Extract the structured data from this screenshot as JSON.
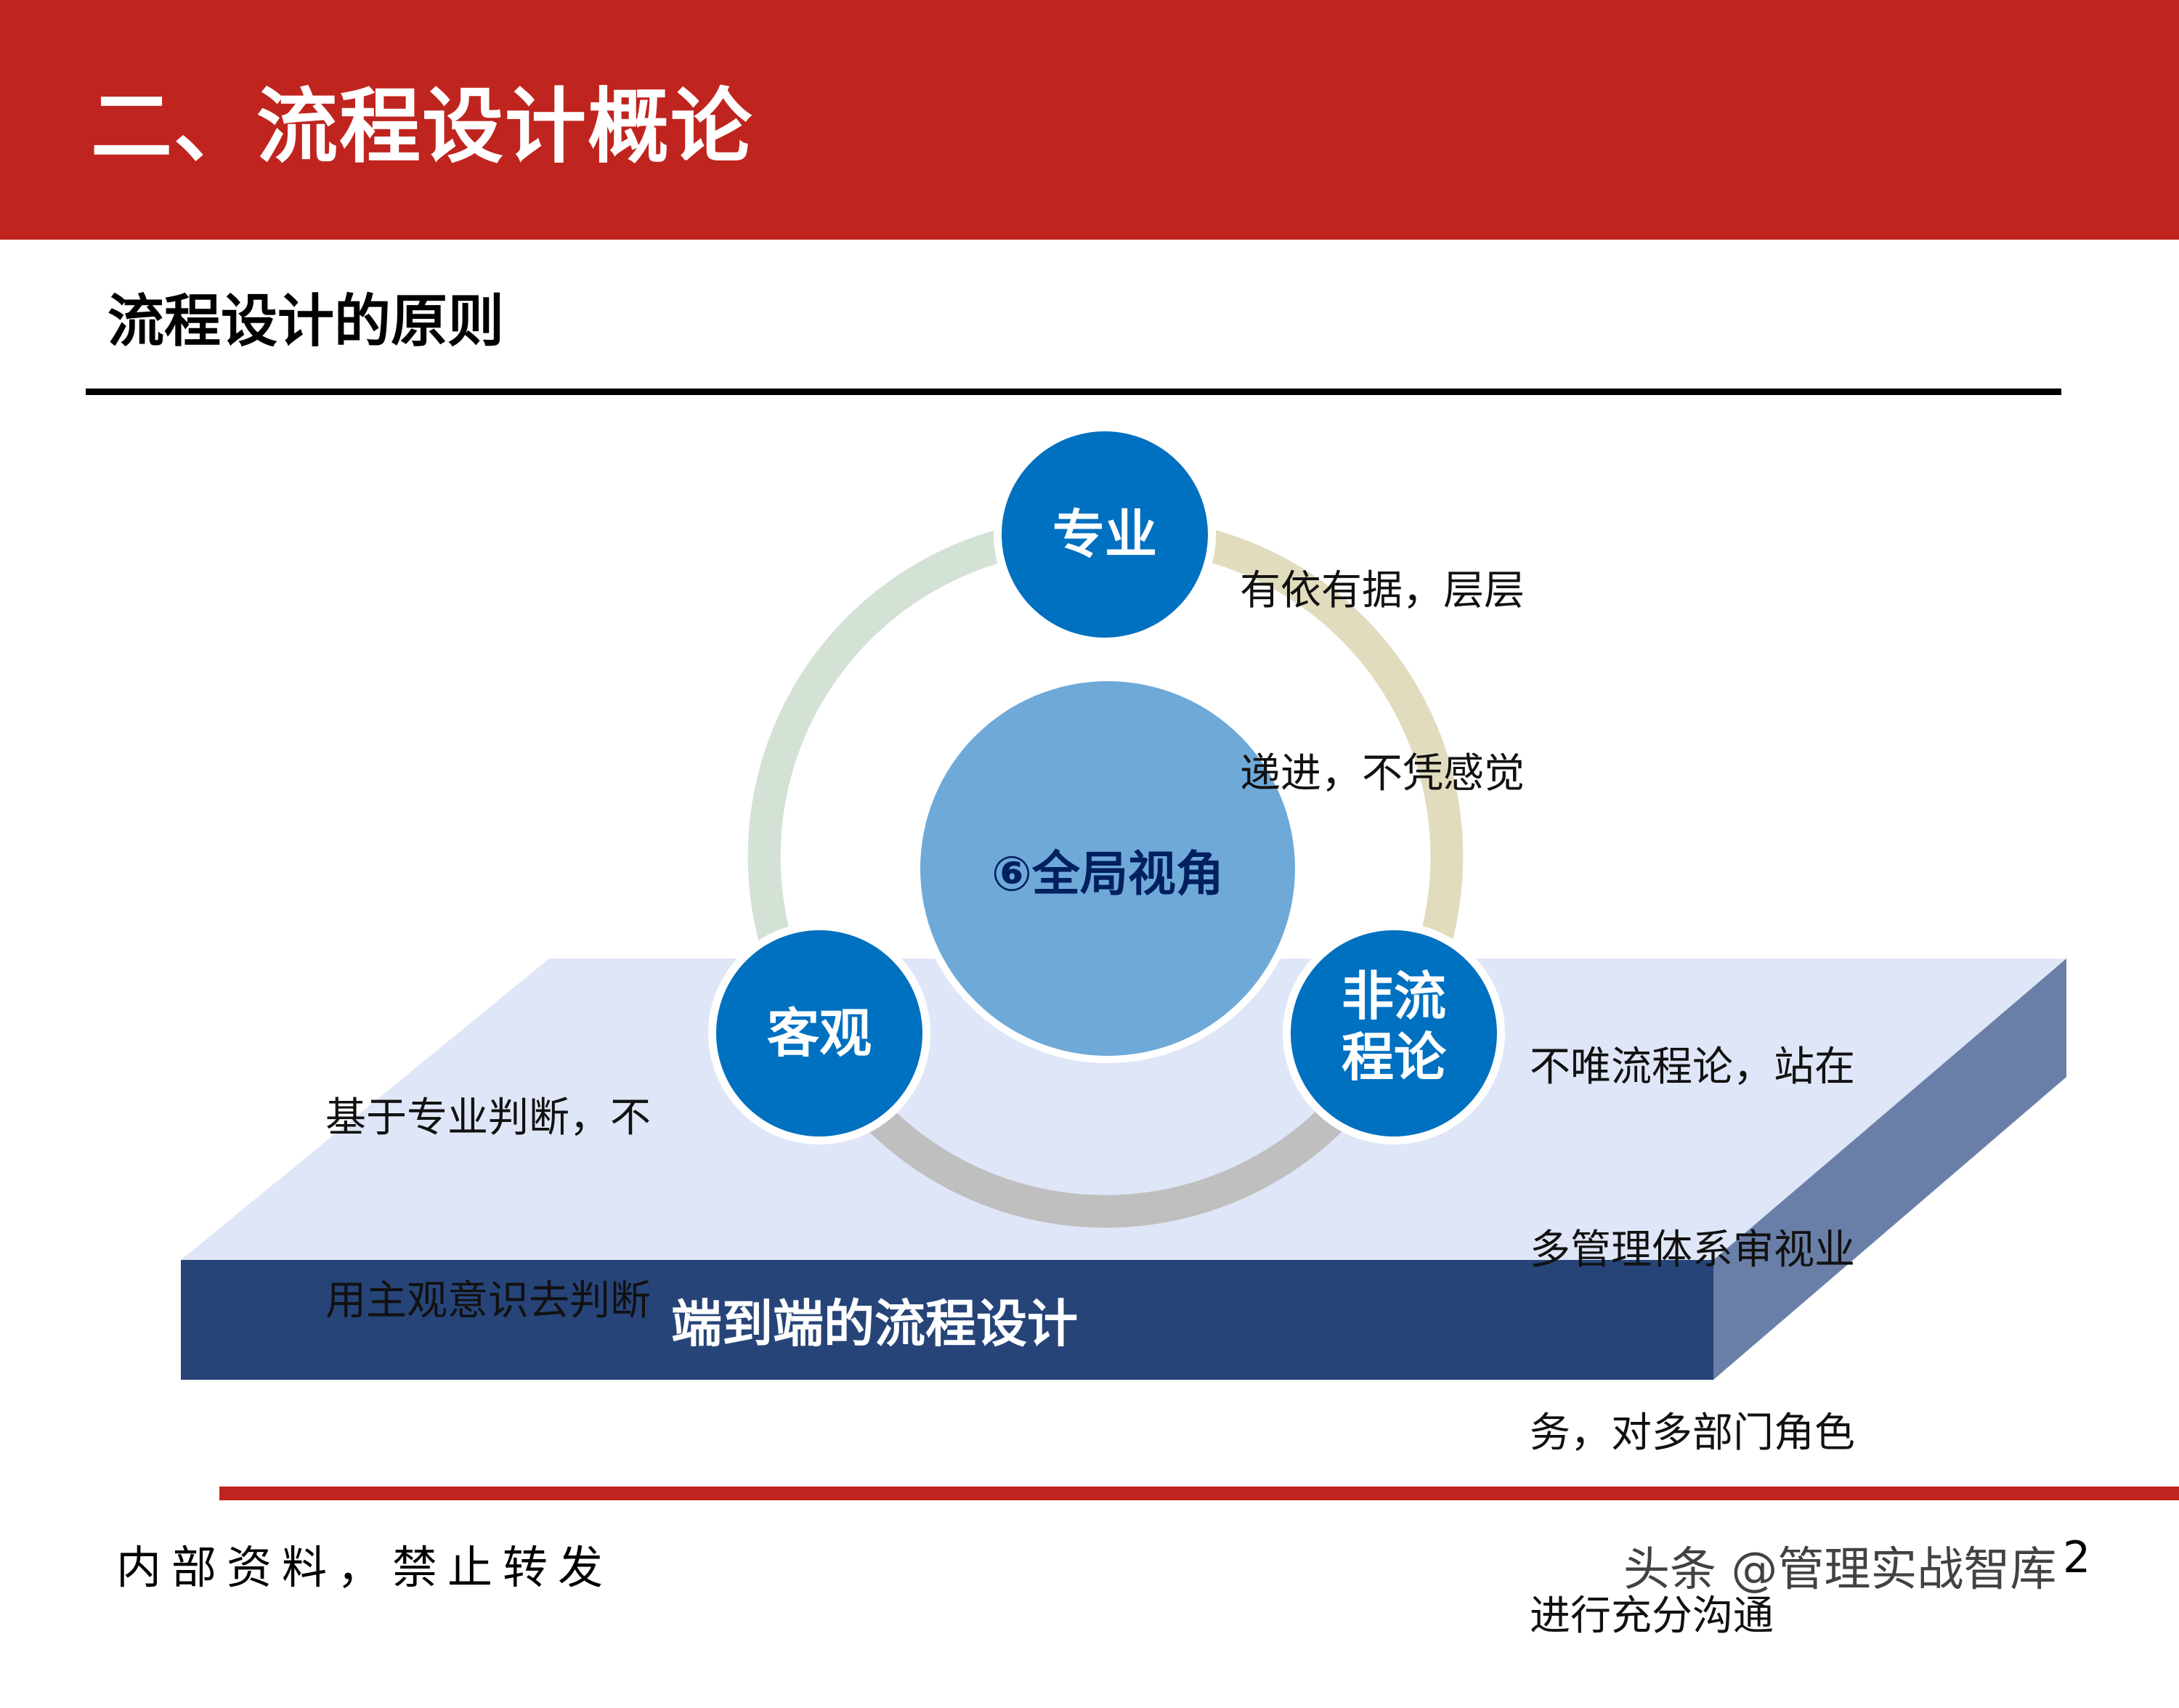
{
  "header": {
    "title": "二、流程设计概论",
    "bar_color": "#c0241e"
  },
  "section": {
    "subtitle": "流程设计的原则"
  },
  "diagram": {
    "center": {
      "label": "⑥全局视角",
      "fill": "#6fa9d8",
      "text_color": "#002060"
    },
    "nodes": [
      {
        "id": "professional",
        "label_lines": [
          "专业"
        ],
        "fill": "#0070c0",
        "description_lines": [
          "有依有据，层层",
          "递进，不凭感觉"
        ]
      },
      {
        "id": "objective",
        "label_lines": [
          "客观"
        ],
        "fill": "#0070c0",
        "description_lines": [
          "基于专业判断，不",
          "用主观意识去判断"
        ]
      },
      {
        "id": "non-process",
        "label_lines": [
          "非流",
          "程论"
        ],
        "fill": "#0070c0",
        "description_lines": [
          "不唯流程论，站在",
          "多管理体系审视业",
          "务，对多部门角色",
          "进行充分沟通"
        ]
      }
    ],
    "ring_colors": {
      "left_arc": "#d3e2d5",
      "right_arc": "#e2dcbf",
      "bottom_arc": "#bfbfbf"
    },
    "platform": {
      "label": "端到端的流程设计",
      "top_color": "#dfe6f7",
      "front_color": "#264478",
      "side_color": "#6a7fa8"
    }
  },
  "footer": {
    "left_text": "内部资料，禁止转发",
    "watermark": "头条 @管理实战智库",
    "page_number": "2"
  }
}
